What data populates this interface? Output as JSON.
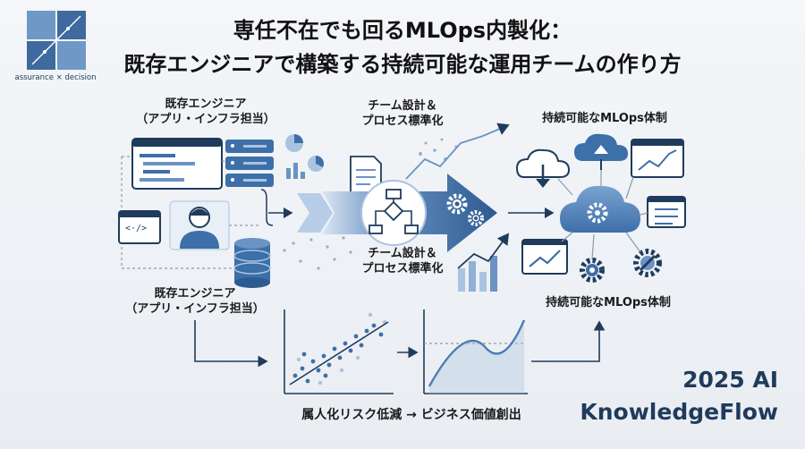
{
  "logo": {
    "caption": "assurance × decision"
  },
  "title": {
    "line1": "専任不在でも回るMLOps内製化：",
    "line2": "既存エンジニアで構築する持続可能な運用チームの作り方"
  },
  "labels": {
    "engineers_top_l1": "既存エンジニア",
    "engineers_top_l2": "（アプリ・インフラ担当）",
    "team_top_l1": "チーム設計＆",
    "team_top_l2": "プロセス標準化",
    "mlops_top": "持続可能なMLOps体制",
    "team_mid_l1": "チーム設計＆",
    "team_mid_l2": "プロセス標準化",
    "engineers_bot_l1": "既存エンジニア",
    "engineers_bot_l2": "（アプリ・インフラ担当）",
    "mlops_bot": "持続可能なMLOps体制",
    "bottom_flow": "属人化リスク低減 → ビジネス価値創出",
    "code_glyph": "<·/>"
  },
  "footer": {
    "line1": "2025 AI",
    "line2": "KnowledgeFlow"
  },
  "colors": {
    "navy": "#1f3b5c",
    "blue": "#3d6fa8",
    "mid": "#6b93c4",
    "light": "#aac3e0",
    "pale": "#dbe6f3"
  }
}
